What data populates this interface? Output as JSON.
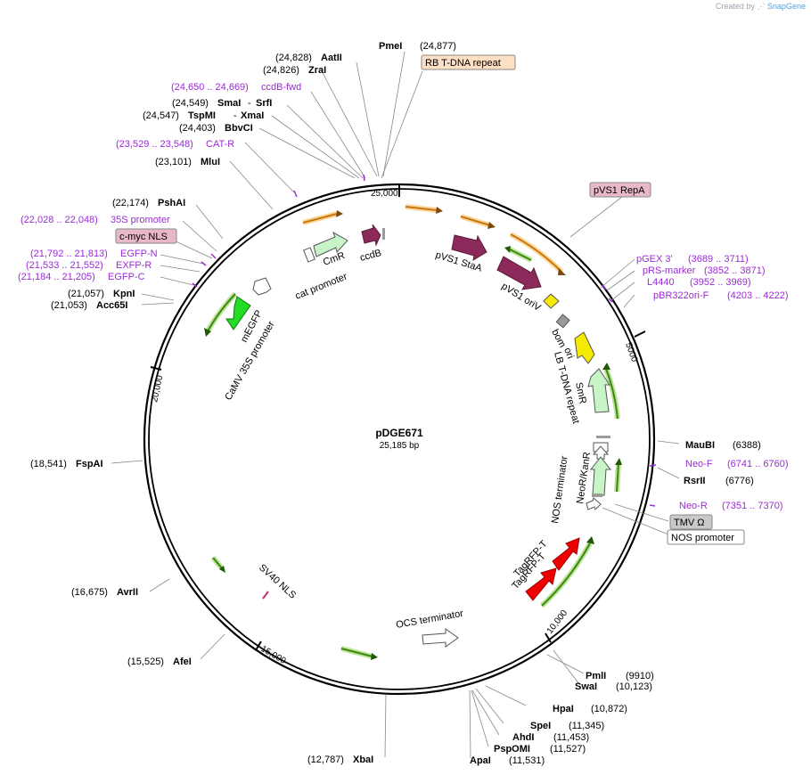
{
  "credit": {
    "prefix": "Created by",
    "brand": "SnapGene"
  },
  "plasmid": {
    "name": "pDGE671",
    "size": "25,185 bp"
  },
  "ticks": [
    "25,000",
    "5000",
    "10,000",
    "15,000",
    "20,000"
  ],
  "colors": {
    "backbone": "#000000",
    "site": "#000000",
    "primer": "#9b2bd6",
    "orange": "#f5a623",
    "green": "#6fbf1e",
    "maroon": "#8b2a5a",
    "yellow": "#f5ea00",
    "red": "#ee0000",
    "lightgreen": "#c8f5c8",
    "white": "#ffffff",
    "gray": "#9a9a9a"
  },
  "sites": [
    {
      "pos": "(24,877)",
      "name": "PmeI"
    },
    {
      "pos": "(24,828)",
      "name": "AatII"
    },
    {
      "pos": "(24,826)",
      "name": "ZraI"
    },
    {
      "pos": "(24,549)",
      "name": "SmaI",
      "extra": "SrfI"
    },
    {
      "pos": "(24,547)",
      "name": "TspMI",
      "extra": "XmaI"
    },
    {
      "pos": "(24,403)",
      "name": "BbvCI"
    },
    {
      "pos": "(23,101)",
      "name": "MluI"
    },
    {
      "pos": "(22,174)",
      "name": "PshAI"
    },
    {
      "pos": "(21,057)",
      "name": "KpnI"
    },
    {
      "pos": "(21,053)",
      "name": "Acc65I"
    },
    {
      "pos": "(18,541)",
      "name": "FspAI"
    },
    {
      "pos": "(16,675)",
      "name": "AvrII"
    },
    {
      "pos": "(15,525)",
      "name": "AfeI"
    },
    {
      "pos": "(12,787)",
      "name": "XbaI"
    },
    {
      "pos": "(11,531)",
      "name": "ApaI"
    },
    {
      "pos": "(11,527)",
      "name": "PspOMI"
    },
    {
      "pos": "(11,453)",
      "name": "AhdI"
    },
    {
      "pos": "(11,345)",
      "name": "SpeI"
    },
    {
      "pos": "(10,872)",
      "name": "HpaI"
    },
    {
      "pos": "(10,123)",
      "name": "SwaI"
    },
    {
      "pos": "(9910)",
      "name": "PmlI"
    },
    {
      "pos": "(6776)",
      "name": "RsrII"
    },
    {
      "pos": "(6388)",
      "name": "MauBI"
    }
  ],
  "primers": [
    {
      "range": "(24,650 .. 24,669)",
      "name": "ccdB-fwd"
    },
    {
      "range": "(23,529 .. 23,548)",
      "name": "CAT-R"
    },
    {
      "range": "(22,028 .. 22,048)",
      "name": "35S promoter"
    },
    {
      "range": "(21,792 .. 21,813)",
      "name": "EGFP-N"
    },
    {
      "range": "(21,533 .. 21,552)",
      "name": "EXFP-R"
    },
    {
      "range": "(21,184 .. 21,205)",
      "name": "EGFP-C"
    },
    {
      "range": "(3689 .. 3711)",
      "name": "pGEX 3'"
    },
    {
      "range": "(3852 .. 3871)",
      "name": "pRS-marker"
    },
    {
      "range": "(3952 .. 3969)",
      "name": "L4440"
    },
    {
      "range": "(4203 .. 4222)",
      "name": "pBR322ori-F"
    },
    {
      "range": "(6741 .. 6760)",
      "name": "Neo-F"
    },
    {
      "range": "(7351 .. 7370)",
      "name": "Neo-R"
    }
  ],
  "boxed": [
    "RB T-DNA repeat",
    "pVS1 RepA",
    "c-myc NLS",
    "TMV Ω",
    "NOS promoter"
  ],
  "features": [
    "CmR",
    "cat promoter",
    "ccdB",
    "pVS1 StaA",
    "pVS1 oriV",
    "bom",
    "ori",
    "LB T-DNA repeat",
    "SmR",
    "NOS terminator",
    "NeoR/KanR",
    "TagRFP-T",
    "TagRFP-T",
    "OCS terminator",
    "SV40 NLS",
    "mEGFP",
    "CaMV 35S promoter"
  ]
}
